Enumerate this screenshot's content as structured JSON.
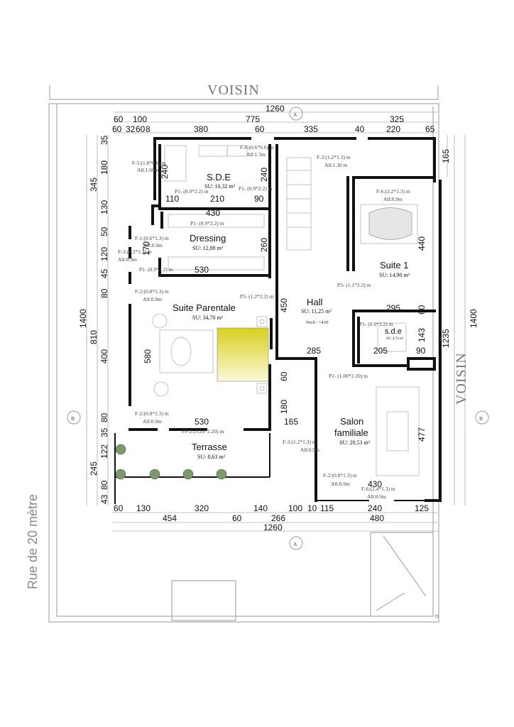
{
  "neighbors": {
    "top": "VOISIN",
    "right": "VOISIN"
  },
  "street": "Rue de 20 mètre",
  "section_marks": {
    "a_top": "A",
    "a_bottom": "A",
    "b_left": "B",
    "b_right": "B"
  },
  "rooms": {
    "sde": {
      "name": "S.D.E",
      "area": "SU: 10,32 m²"
    },
    "dressing": {
      "name": "Dressing",
      "area": "SU: 12,88 m²"
    },
    "suite_parentale": {
      "name": "Suite Parentale",
      "area": "SU: 34,70 m²"
    },
    "terrasse": {
      "name": "Terrasse",
      "area": "SU: 8,63 m²"
    },
    "hall": {
      "name": "Hall",
      "area": "SU: 11,25 m²",
      "level": "Niv.b : +4.65"
    },
    "suite1": {
      "name": "Suite 1",
      "area": "SU: 14,90 m²"
    },
    "sde_small": {
      "name": "s.d.e",
      "area": "SU: 4,72 m²"
    },
    "salon": {
      "name_l1": "Salon",
      "name_l2": "familiale",
      "area": "SU: 20,53 m²"
    }
  },
  "windows": {
    "f5": "F-5:(1.8*0.6) m",
    "f5_all": "All:1.60m",
    "f0": "F-0:(0.6*0.6) m",
    "f0_all": "All:1.3m",
    "f3_top": "F-3:(1.2*1.3) m",
    "f3_top_all": "All:1.30 m",
    "f6_top": "F-6:(2.2*1.3) m",
    "f6_top_all": "All:0.9m",
    "f1": "F-1:(0.6*1.3) m",
    "f1_all": "All:0.9m",
    "f3_left": "F-3:(1.2*1.3) m",
    "f3_left_all": "All:0.9m",
    "f2_a": "F-2:(0.8*1.3) m",
    "f2_a_all": "All:0.9m",
    "f2_b": "F-2:(0.8*1.3) m",
    "f2_b_all": "All:0.9m",
    "f3_mid": "F-3:(1.2*1.3) m",
    "f3_mid_all": "All:0.9m",
    "f2_c": "F-2:(0.8*1.3) m",
    "f2_c_all": "All:0.9m",
    "f6_bot": "F-6:(2.4*1.3) m",
    "f6_bot_all": "All:0.9m",
    "p1_a": "P1- (0.9*2.2) m",
    "p1_b": "P1- (0.9*2.2) m",
    "p1_c": "P1- (0.9*2.2) m",
    "p1_d": "P1- (0.9*2.2) m",
    "p1_e": "P1- (0.9*2.2) m",
    "p3_a": "P3- (1.2*2.2) m",
    "p3_b": "P3- (1.1*2.2) m",
    "p2": "P2- (1.00*2.20) m",
    "pf2": "PF-2:(3.20*2.20) m"
  },
  "dims_top": {
    "total": "1260",
    "r1": [
      "60",
      "100",
      "775",
      "325"
    ],
    "r2": [
      "60",
      "32",
      "60",
      "8",
      "380",
      "60",
      "335",
      "40",
      "220",
      "65"
    ]
  },
  "dims_bottom": {
    "r1": [
      "60",
      "130",
      "320",
      "140",
      "100",
      "10",
      "115",
      "240",
      "125"
    ],
    "r2": [
      "454",
      "60",
      "266",
      "480"
    ],
    "total": "1260"
  },
  "dims_left": {
    "r1": [
      "35",
      "180",
      "130",
      "50",
      "120",
      "45",
      "80",
      "400",
      "80",
      "35",
      "122",
      "80",
      "43"
    ],
    "r2": [
      "345",
      "810",
      "245"
    ],
    "total": "1400"
  },
  "dims_right": {
    "r1": "165",
    "r2": "1235",
    "total": "1400"
  },
  "dims_inner": {
    "sde_w": "240",
    "sde_a": "110",
    "sde_b": "210",
    "sde_c": "90",
    "sde_h": "240",
    "dressing_w": "430",
    "dressing_h": "260",
    "dressing_b": "530",
    "f1_h": "170",
    "parent_h": "580",
    "parent_b": "530",
    "corr_h": "60",
    "corr_h2": "180",
    "corr_w": "165",
    "hall_h": "450",
    "hall_w": "285",
    "suite1_h": "440",
    "suite1_w": "295",
    "suite1_b": "60",
    "sde_small_w": "205",
    "sde_small_h": "143",
    "sde_small_c": "90",
    "salon_h": "477",
    "salon_w": "430"
  },
  "colors": {
    "wall": "#111111",
    "bed_accent": "#e8e23a"
  }
}
